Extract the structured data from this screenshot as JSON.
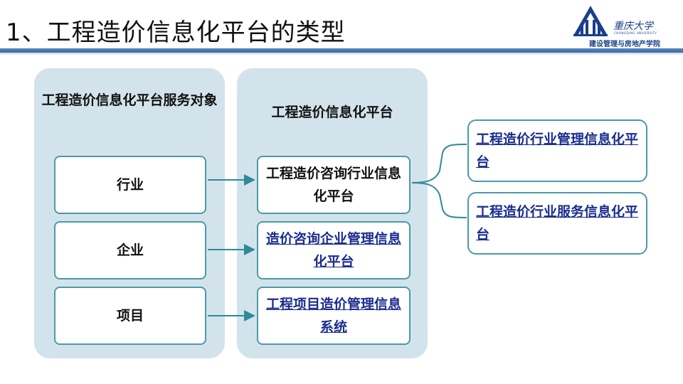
{
  "slide": {
    "title": "1、工程造价信息化平台的类型"
  },
  "logo": {
    "name": "重庆大学",
    "english": "CHONGQING UNIVERSITY",
    "department": "建设管理与房地产学院",
    "icon": "building-icon"
  },
  "left_panel": {
    "title": "工程造价信息化平台服务对象",
    "items": [
      "行业",
      "企业",
      "项目"
    ]
  },
  "middle_panel": {
    "title": "工程造价信息化平台",
    "items": [
      "工程造价咨询行业信息化平台",
      "造价咨询企业管理信息化平台",
      "工程项目造价管理信息系统"
    ]
  },
  "right_items": [
    "工程造价行业管理信息化平台",
    "工程造价行业服务信息化平台"
  ],
  "colors": {
    "panel_bg": "#d3e3ec",
    "box_border": "#4a9aa8",
    "link_text": "#1b2d8f",
    "header_bar": "#3a6aa6"
  }
}
